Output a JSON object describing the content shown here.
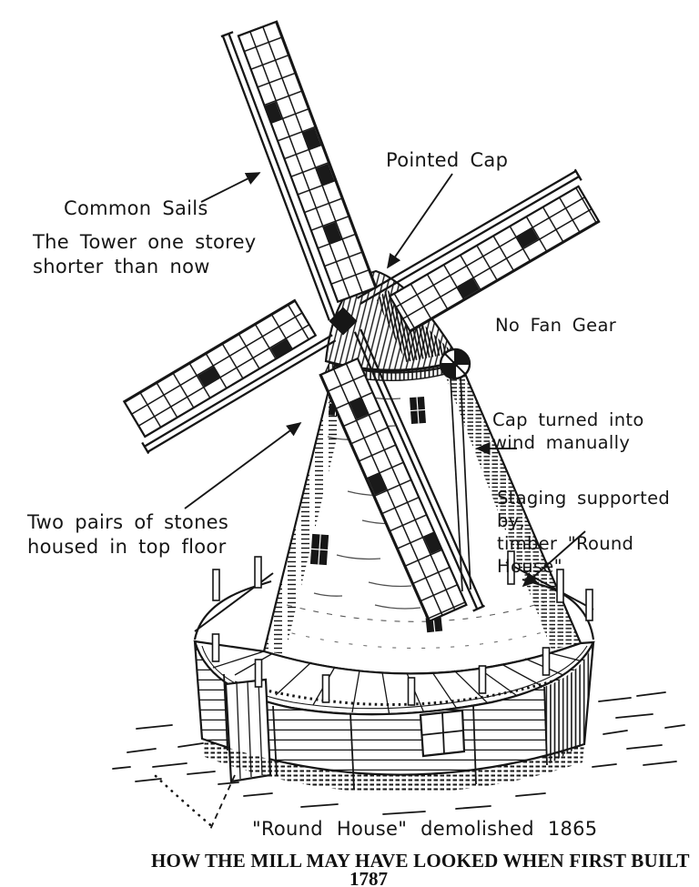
{
  "page": {
    "background": "#ffffff",
    "ink": "#161616"
  },
  "figure": {
    "subject": "Hand-drawn perspective sketch of a tower windmill with common sails, pointed cap and timber round house",
    "annotations": {
      "pointed_cap": "Pointed Cap",
      "common_sails": "Common Sails",
      "tower_note": "The Tower one storey\nshorter than now",
      "no_fan_gear": "No Fan Gear",
      "cap_turned": "Cap turned into\nwind manually",
      "staging": "Staging supported by,\ntimber \"Round House\"",
      "stones": "Two pairs of stones\nhoused in top floor",
      "round_house": "\"Round House\" demolished 1865"
    },
    "caption": {
      "title": "HOW THE MILL MAY HAVE LOOKED WHEN FIRST BUILT",
      "year": "1787"
    }
  }
}
